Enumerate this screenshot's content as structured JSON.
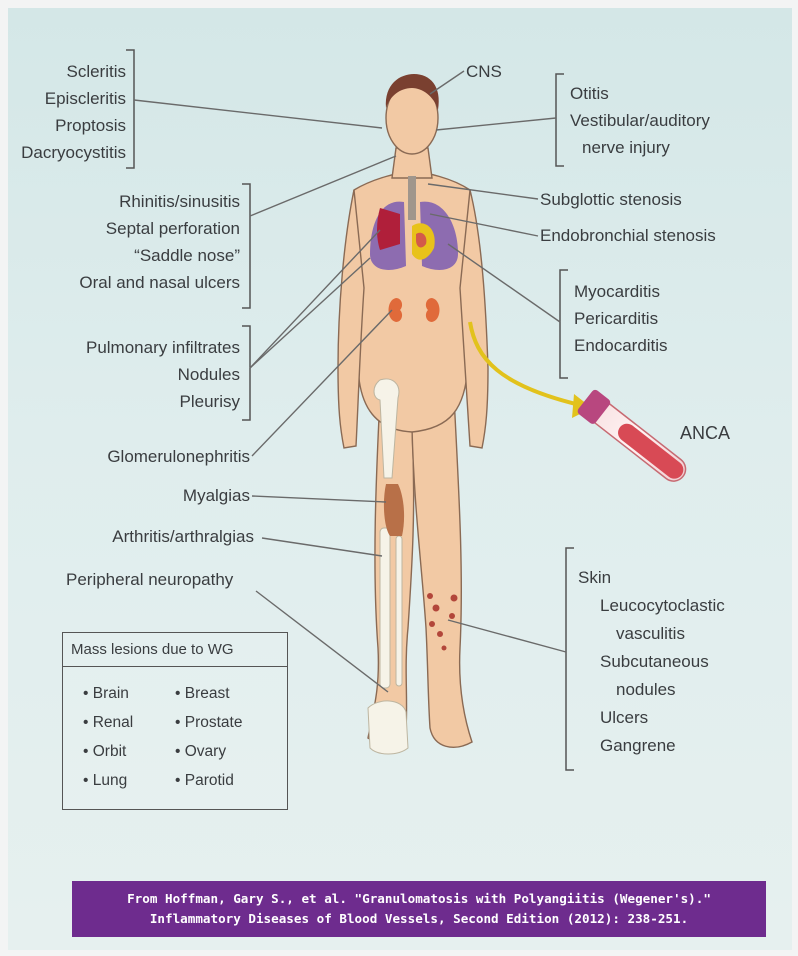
{
  "labels": {
    "cns": "CNS",
    "anca": "ANCA",
    "eye": [
      "Scleritis",
      "Episcleritis",
      "Proptosis",
      "Dacryocystitis"
    ],
    "ear": [
      "Otitis",
      "Vestibular/auditory",
      "nerve injury"
    ],
    "nose": [
      "Rhinitis/sinusitis",
      "Septal perforation",
      "“Saddle nose”",
      "Oral and nasal ulcers"
    ],
    "airway": [
      "Subglottic stenosis",
      "Endobronchial stenosis"
    ],
    "lung": [
      "Pulmonary infiltrates",
      "Nodules",
      "Pleurisy"
    ],
    "heart": [
      "Myocarditis",
      "Pericarditis",
      "Endocarditis"
    ],
    "kidney": "Glomerulonephritis",
    "myalgias": "Myalgias",
    "arthritis": "Arthritis/arthralgias",
    "neuropathy": "Peripheral neuropathy",
    "skin": [
      "Skin",
      "Leucocytoclastic",
      "vasculitis",
      "Subcutaneous",
      "nodules",
      "Ulcers",
      "Gangrene"
    ]
  },
  "mass_lesions": {
    "title": "Mass lesions due to WG",
    "col1": [
      "• Brain",
      "• Renal",
      "• Orbit",
      "• Lung"
    ],
    "col2": [
      "• Breast",
      "• Prostate",
      "• Ovary",
      "• Parotid"
    ]
  },
  "citation": {
    "line1": "From Hoffman, Gary S., et al. \"Granulomatosis with Polyangiitis (Wegener's).\"",
    "line2": "Inflammatory Diseases of Blood Vessels, Second Edition (2012): 238-251."
  },
  "colors": {
    "skin": "#f2c9a4",
    "lung": "#8d6cb0",
    "footer": "#6e2c8e",
    "arrow": "#e2c21c",
    "tube": "#d84a55"
  }
}
